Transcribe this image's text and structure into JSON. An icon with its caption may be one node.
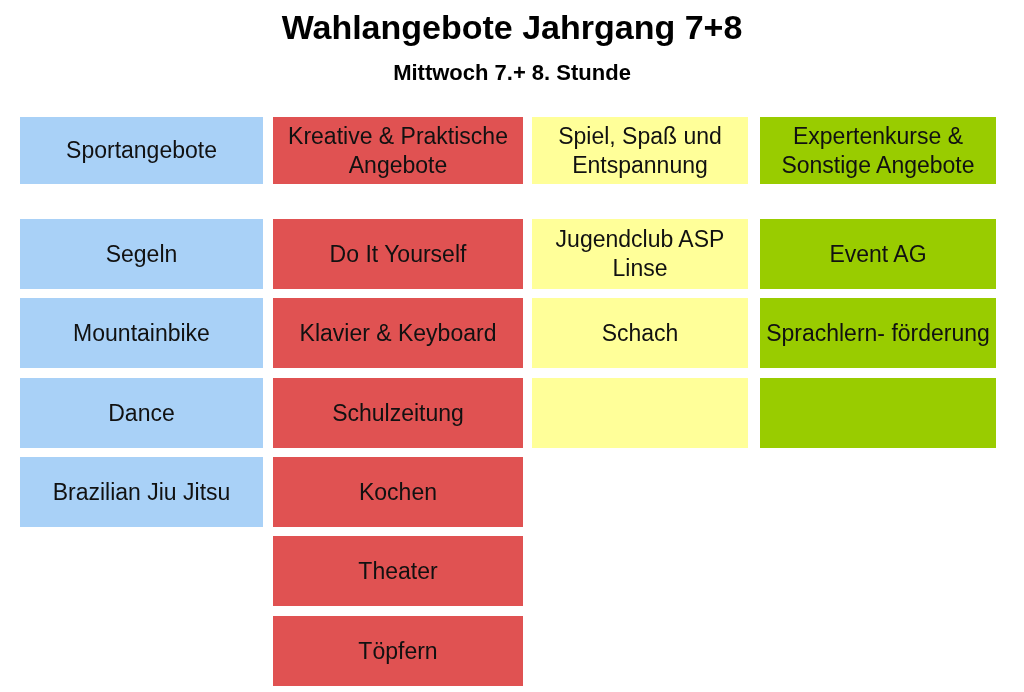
{
  "diagram": {
    "title": "Wahlangebote Jahrgang 7+8",
    "nodes": [
      {
        "text": [
          "Sportangebote"
        ]
      },
      {
        "text": [
          "Kreative & Praktische Angebote"
        ]
      },
      {
        "text": [
          "Spiel, Spaß und Entspannung"
        ]
      },
      {
        "text": [
          "Expertenkurse & Sonstige Angebote"
        ]
      },
      {
        "text": [
          "Segeln"
        ]
      },
      {
        "text": [
          "Do It Yourself"
        ]
      },
      {
        "text": [
          "Jugendclub ASP Linse"
        ]
      },
      {
        "text": [
          "Event AG"
        ]
      },
      {
        "text": [
          "Mountainbike"
        ]
      },
      {
        "text": [
          "Klavier & Keyboard"
        ]
      },
      {
        "text": [
          "Schach"
        ]
      },
      {
        "text": [
          "Sprachlern- förderung"
        ]
      },
      {
        "text": [
          "Dance"
        ]
      },
      {
        "text": [
          "Schulzeitung"
        ]
      },
      {
        "text": [],
        "shape": "box"
      },
      {
        "text": [],
        "shape": "box"
      },
      {
        "text": [
          "Brazilian Jiu Jitsu"
        ]
      },
      {
        "text": [
          "Kochen"
        ]
      },
      {
        "text": [
          "Theater"
        ]
      },
      {
        "text": [
          "Töpfern"
        ]
      }
    ],
    "labels": [
      "Mittwoch 7.+ 8. Stunde"
    ]
  }
}
